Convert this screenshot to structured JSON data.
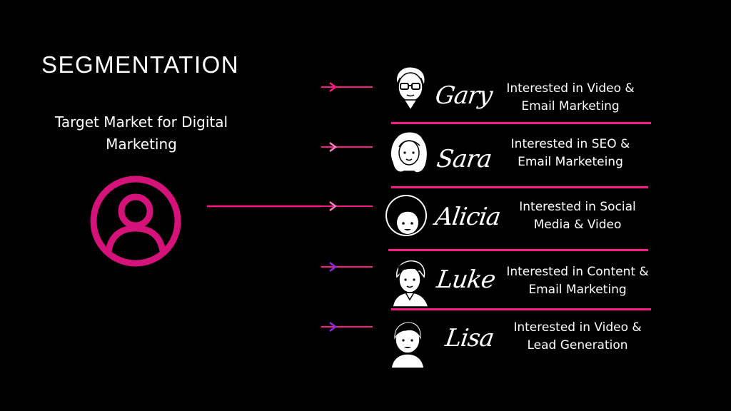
{
  "title": "SEGMENTATION",
  "subtitle": {
    "line1": "Target Market for Digital",
    "line2": "Marketing"
  },
  "colors": {
    "accent": "#ff1a86",
    "icon": "#d4127a",
    "arrow_purple": "#8a2be2",
    "background": "#000000",
    "text": "#ffffff"
  },
  "segments": [
    {
      "name": "Gary",
      "desc_line1": "Interested in Video &",
      "desc_line2": "Email Marketing",
      "avatar_icon": "man-glasses-avatar-icon"
    },
    {
      "name": "Sara",
      "desc_line1": "Interested in SEO &",
      "desc_line2": "Email Marketeing",
      "avatar_icon": "woman-wavy-hair-avatar-icon"
    },
    {
      "name": "Alicia",
      "desc_line1": "Interested in Social",
      "desc_line2": "Media & Video",
      "avatar_icon": "woman-afro-avatar-icon"
    },
    {
      "name": "Luke",
      "desc_line1": "Interested in Content &",
      "desc_line2": "Email Marketing",
      "avatar_icon": "man-avatar-icon"
    },
    {
      "name": "Lisa",
      "desc_line1": "Interested in Video &",
      "desc_line2": "Lead Generation",
      "avatar_icon": "woman-short-hair-avatar-icon"
    }
  ]
}
